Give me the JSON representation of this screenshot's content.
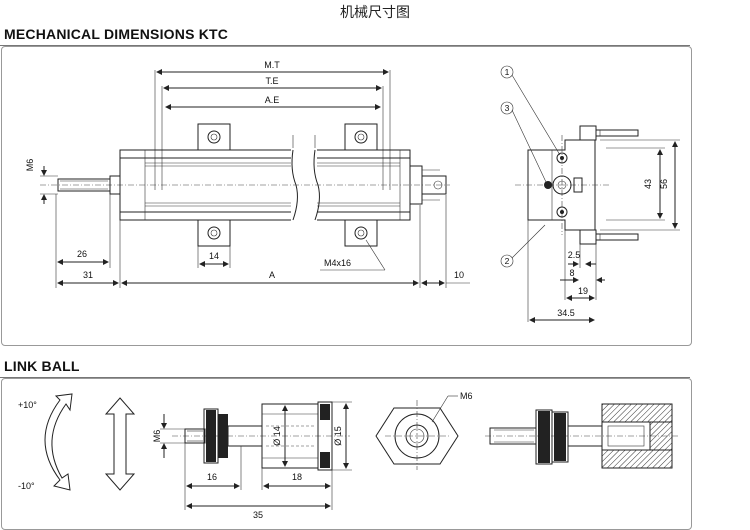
{
  "page_title": "机械尺寸图",
  "sections": {
    "mechanical": "MECHANICAL DIMENSIONS KTC",
    "link_ball": "LINK BALL"
  },
  "mechanical_dims": {
    "mt": "M.T",
    "te": "T.E",
    "ae": "A.E",
    "m6": "M6",
    "d26": "26",
    "d31": "31",
    "d14": "14",
    "m4x16": "M4x16",
    "a": "A",
    "d10": "10"
  },
  "end_view": {
    "callout1": "1",
    "callout2": "2",
    "callout3": "3",
    "d43": "43",
    "d56": "56",
    "d2_5": "2.5",
    "d8": "8",
    "d19": "19",
    "d34_5": "34.5"
  },
  "link_ball_dims": {
    "plus10": "+10°",
    "minus10": "-10°",
    "m6": "M6",
    "phi14": "Ø 14",
    "phi15": "Ø 15",
    "d16": "16",
    "d18": "18",
    "d35": "35",
    "m6_callout": "M6"
  }
}
